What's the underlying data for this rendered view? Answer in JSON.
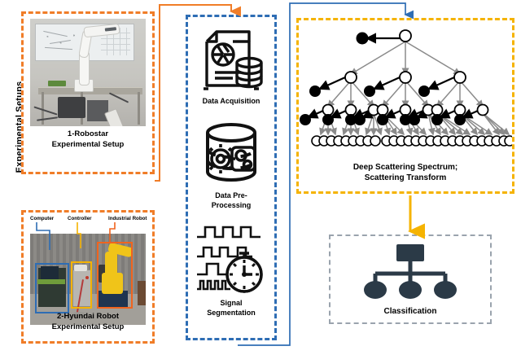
{
  "figure": {
    "type": "methodology-flowchart",
    "title_vertical": "Experimental Setups"
  },
  "setups": {
    "label": "Experimental Setups",
    "border_color": "#F07D28",
    "items": [
      {
        "id": "setup-1",
        "caption_line1": "1-Robostar",
        "caption_line2": "Experimental Setup",
        "photo_alt": "Robostar collaborative robot arm mounted on a metal table in a lab with a whiteboard behind it"
      },
      {
        "id": "setup-2",
        "caption_line1": "2-Hyundai Robot",
        "caption_line2": "Experimental Setup",
        "photo_alt": "Yellow Hyundai industrial robot with controller cabinet and computer workstation",
        "annotations": [
          {
            "label": "Computer",
            "color": "#2E6DB4"
          },
          {
            "label": "Controller",
            "color": "#F5B301"
          },
          {
            "label": "Industrial Robot",
            "color": "#F0641E"
          }
        ]
      }
    ]
  },
  "pipeline": {
    "border_color": "#2E6DB4",
    "stages": [
      {
        "id": "data-acquisition",
        "label": "Data Acquisition",
        "icon": "document-aperture-database-icon"
      },
      {
        "id": "data-pre-processing",
        "label_line1": "Data Pre-",
        "label_line2": "Processing",
        "label": "Data Pre-Processing",
        "icon": "database-gears-icon"
      },
      {
        "id": "signal-segmentation",
        "label_line1": "Signal",
        "label_line2": "Segmentation",
        "label": "Signal Segmentation",
        "icon": "square-waves-stopwatch-icon"
      }
    ]
  },
  "scattering": {
    "border_color": "#F5B301",
    "caption_line1": "Deep Scattering Spectrum;",
    "caption_line2": "Scattering Transform",
    "tree": {
      "levels": 4,
      "root_children": 3,
      "level3_nodes": 9,
      "level3_children_each": 3,
      "leaf_nodes": 27,
      "white_node_color": "#ffffff",
      "black_node_color": "#000000",
      "edge_color": "#8a8a8a",
      "output_edge_color": "#000000"
    }
  },
  "classification": {
    "border_color": "#9aa3ad",
    "label": "Classification",
    "icon": "org-chart-icon",
    "icon_color": "#2B3A47",
    "node_count": 3
  },
  "connectors": [
    {
      "id": "setups-to-pipeline",
      "color": "#F07D28",
      "from": "setups",
      "to": "pipeline",
      "arrow": "down"
    },
    {
      "id": "pipeline-to-scattering",
      "color": "#2E6DB4",
      "from": "signal-segmentation",
      "to": "scattering",
      "arrow": "down"
    },
    {
      "id": "scattering-to-classification",
      "color": "#F5B301",
      "from": "scattering",
      "to": "classification",
      "arrow": "down"
    }
  ]
}
